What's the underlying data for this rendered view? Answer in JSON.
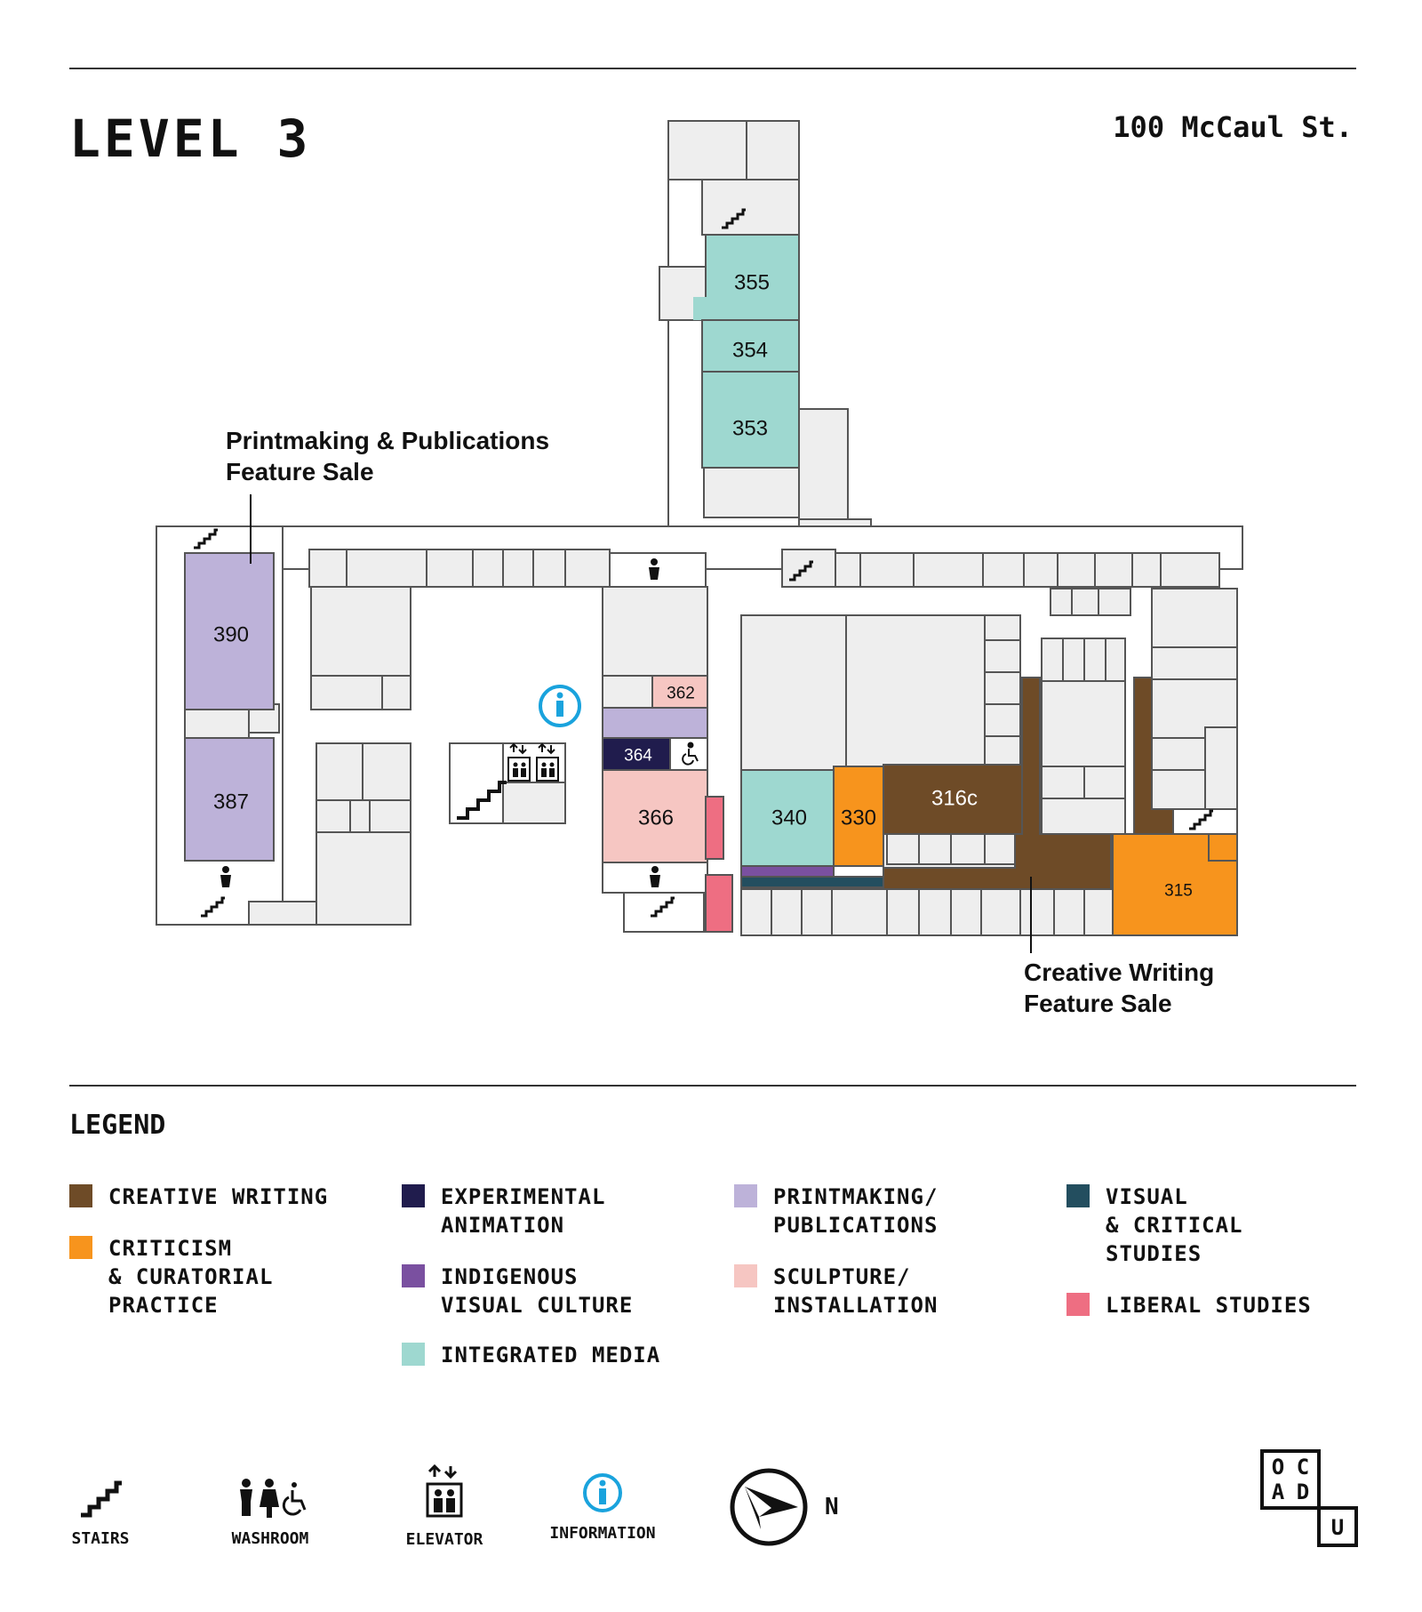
{
  "header": {
    "title": "LEVEL 3",
    "address": "100 McCaul St."
  },
  "colors": {
    "creative_writing": "#6E4B27",
    "criticism": "#F7941D",
    "experimental_animation": "#201C4D",
    "indigenous": "#7A50A0",
    "integrated_media": "#9ED8D0",
    "printmaking": "#BDB2D9",
    "sculpture": "#F6C6C2",
    "visual_critical": "#234E5F",
    "liberal_studies": "#EE6E82",
    "room_fill": "#EEEEEE",
    "wall": "#555555",
    "info_blue": "#1AA3DD"
  },
  "rooms": {
    "r355": "355",
    "r354": "354",
    "r353": "353",
    "r390": "390",
    "r387": "387",
    "r362": "362",
    "r364": "364",
    "r366": "366",
    "r340": "340",
    "r330": "330",
    "r316c": "316c",
    "r315": "315"
  },
  "callouts": {
    "printmaking_sale": "Printmaking & Publications\nFeature Sale",
    "creative_writing_sale": "Creative Writing\nFeature Sale"
  },
  "legend": {
    "title": "LEGEND",
    "items": [
      {
        "label": "CREATIVE WRITING",
        "color": "#6E4B27"
      },
      {
        "label": "CRITICISM\n& CURATORIAL\nPRACTICE",
        "color": "#F7941D"
      },
      {
        "label": "EXPERIMENTAL\nANIMATION",
        "color": "#201C4D"
      },
      {
        "label": "INDIGENOUS\nVISUAL CULTURE",
        "color": "#7A50A0"
      },
      {
        "label": "INTEGRATED MEDIA",
        "color": "#9ED8D0"
      },
      {
        "label": "PRINTMAKING/\nPUBLICATIONS",
        "color": "#BDB2D9"
      },
      {
        "label": "SCULPTURE/\nINSTALLATION",
        "color": "#F6C6C2"
      },
      {
        "label": "VISUAL\n& CRITICAL\nSTUDIES",
        "color": "#234E5F"
      },
      {
        "label": "LIBERAL STUDIES",
        "color": "#EE6E82"
      }
    ]
  },
  "icons": {
    "stairs": "STAIRS",
    "washroom": "WASHROOM",
    "elevator": "ELEVATOR",
    "information": "INFORMATION",
    "north": "N"
  },
  "logo": {
    "o": "O",
    "c": "C",
    "a": "A",
    "d": "D",
    "u": "U"
  }
}
